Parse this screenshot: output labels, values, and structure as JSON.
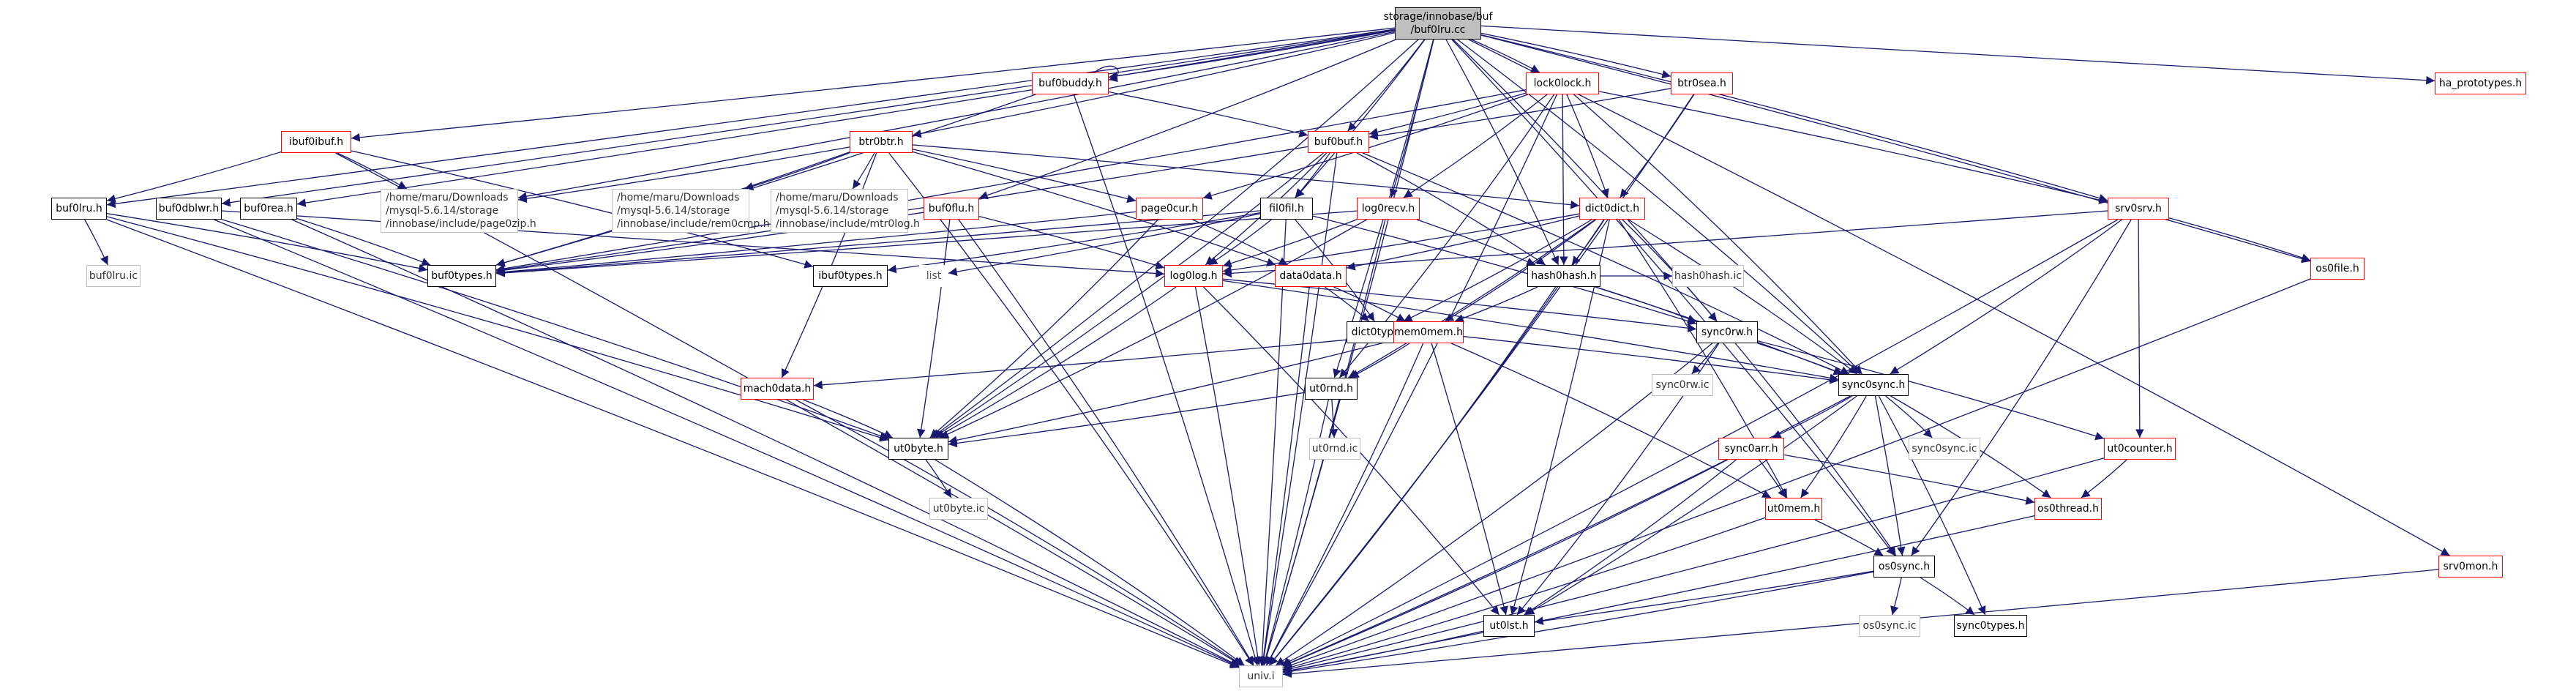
{
  "diagram": {
    "root": "storage/innobase/buf/buf0lru.cc",
    "colors": {
      "edge": "#191970",
      "root_fill": "#bfbfbf",
      "red_border": "#ff0000",
      "black_border": "#000000",
      "gray_border": "#bfbfbf"
    },
    "nodes": {
      "root": {
        "lines": [
          "storage/innobase/buf",
          "/buf0lru.cc"
        ],
        "style": "root"
      },
      "buf0buddy_h": {
        "lines": [
          "buf0buddy.h"
        ],
        "style": "red"
      },
      "lock0lock_h": {
        "lines": [
          "lock0lock.h"
        ],
        "style": "red"
      },
      "btr0sea_h": {
        "lines": [
          "btr0sea.h"
        ],
        "style": "red"
      },
      "ha_prototypes_h": {
        "lines": [
          "ha_prototypes.h"
        ],
        "style": "red"
      },
      "ibuf0ibuf_h": {
        "lines": [
          "ibuf0ibuf.h"
        ],
        "style": "red"
      },
      "btr0btr_h": {
        "lines": [
          "btr0btr.h"
        ],
        "style": "red"
      },
      "buf0buf_h": {
        "lines": [
          "buf0buf.h"
        ],
        "style": "red"
      },
      "buf0lru_h": {
        "lines": [
          "buf0lru.h"
        ],
        "style": "black"
      },
      "buf0dblwr_h": {
        "lines": [
          "buf0dblwr.h"
        ],
        "style": "black"
      },
      "buf0rea_h": {
        "lines": [
          "buf0rea.h"
        ],
        "style": "black"
      },
      "path_page0zip": {
        "lines": [
          "/home/maru/Downloads",
          "/mysql-5.6.14/storage",
          "/innobase/include/page0zip.h"
        ],
        "style": "gray"
      },
      "path_rem0cmp": {
        "lines": [
          "/home/maru/Downloads",
          "/mysql-5.6.14/storage",
          "/innobase/include/rem0cmp.h"
        ],
        "style": "gray"
      },
      "path_mtr0log": {
        "lines": [
          "/home/maru/Downloads",
          "/mysql-5.6.14/storage",
          "/innobase/include/mtr0log.h"
        ],
        "style": "gray"
      },
      "buf0flu_h": {
        "lines": [
          "buf0flu.h"
        ],
        "style": "red"
      },
      "page0cur_h": {
        "lines": [
          "page0cur.h"
        ],
        "style": "red"
      },
      "fil0fil_h": {
        "lines": [
          "fil0fil.h"
        ],
        "style": "black"
      },
      "log0recv_h": {
        "lines": [
          "log0recv.h"
        ],
        "style": "red"
      },
      "dict0dict_h": {
        "lines": [
          "dict0dict.h"
        ],
        "style": "red"
      },
      "srv0srv_h": {
        "lines": [
          "srv0srv.h"
        ],
        "style": "red"
      },
      "os0file_h": {
        "lines": [
          "os0file.h"
        ],
        "style": "red"
      },
      "buf0types_h": {
        "lines": [
          "buf0types.h"
        ],
        "style": "black"
      },
      "ibuf0types_h": {
        "lines": [
          "ibuf0types.h"
        ],
        "style": "black"
      },
      "list": {
        "lines": [
          "list"
        ],
        "style": "plain"
      },
      "log0log_h": {
        "lines": [
          "log0log.h"
        ],
        "style": "red"
      },
      "data0data_h": {
        "lines": [
          "data0data.h"
        ],
        "style": "red"
      },
      "hash0hash_h": {
        "lines": [
          "hash0hash.h"
        ],
        "style": "black"
      },
      "hash0hash_ic": {
        "lines": [
          "hash0hash.ic"
        ],
        "style": "gray"
      },
      "buf0lru_ic": {
        "lines": [
          "buf0lru.ic"
        ],
        "style": "gray"
      },
      "dict0types_h": {
        "lines": [
          "dict0types.h"
        ],
        "style": "black"
      },
      "mem0mem_h": {
        "lines": [
          "mem0mem.h"
        ],
        "style": "red"
      },
      "sync0rw_h": {
        "lines": [
          "sync0rw.h"
        ],
        "style": "black"
      },
      "sync0rw_ic": {
        "lines": [
          "sync0rw.ic"
        ],
        "style": "gray"
      },
      "sync0sync_h": {
        "lines": [
          "sync0sync.h"
        ],
        "style": "black"
      },
      "sync0sync_ic": {
        "lines": [
          "sync0sync.ic"
        ],
        "style": "gray"
      },
      "mach0data_h": {
        "lines": [
          "mach0data.h"
        ],
        "style": "red"
      },
      "ut0rnd_h": {
        "lines": [
          "ut0rnd.h"
        ],
        "style": "black"
      },
      "ut0rnd_ic": {
        "lines": [
          "ut0rnd.ic"
        ],
        "style": "gray"
      },
      "ut0counter_h": {
        "lines": [
          "ut0counter.h"
        ],
        "style": "red"
      },
      "ut0byte_h": {
        "lines": [
          "ut0byte.h"
        ],
        "style": "black"
      },
      "ut0byte_ic": {
        "lines": [
          "ut0byte.ic"
        ],
        "style": "gray"
      },
      "sync0arr_h": {
        "lines": [
          "sync0arr.h"
        ],
        "style": "red"
      },
      "ut0mem_h": {
        "lines": [
          "ut0mem.h"
        ],
        "style": "red"
      },
      "os0thread_h": {
        "lines": [
          "os0thread.h"
        ],
        "style": "red"
      },
      "os0sync_h": {
        "lines": [
          "os0sync.h"
        ],
        "style": "black"
      },
      "os0sync_ic": {
        "lines": [
          "os0sync.ic"
        ],
        "style": "gray"
      },
      "sync0types_h": {
        "lines": [
          "sync0types.h"
        ],
        "style": "black"
      },
      "ut0lst_h": {
        "lines": [
          "ut0lst.h"
        ],
        "style": "black"
      },
      "srv0mon_h": {
        "lines": [
          "srv0mon.h"
        ],
        "style": "red"
      },
      "univ_i": {
        "lines": [
          "univ.i"
        ],
        "style": "gray"
      }
    },
    "edges": [
      [
        "root",
        "buf0buddy_h"
      ],
      [
        "root",
        "lock0lock_h"
      ],
      [
        "root",
        "btr0sea_h"
      ],
      [
        "root",
        "ha_prototypes_h"
      ],
      [
        "root",
        "ibuf0ibuf_h"
      ],
      [
        "root",
        "btr0btr_h"
      ],
      [
        "root",
        "buf0buf_h"
      ],
      [
        "root",
        "buf0lru_h"
      ],
      [
        "root",
        "buf0dblwr_h"
      ],
      [
        "root",
        "buf0rea_h"
      ],
      [
        "root",
        "path_page0zip"
      ],
      [
        "root",
        "buf0flu_h"
      ],
      [
        "root",
        "fil0fil_h"
      ],
      [
        "root",
        "log0recv_h"
      ],
      [
        "root",
        "srv0srv_h"
      ],
      [
        "root",
        "os0file_h"
      ],
      [
        "root",
        "hash0hash_h"
      ],
      [
        "root",
        "sync0rw_h"
      ],
      [
        "root",
        "sync0sync_h"
      ],
      [
        "root",
        "os0sync_h"
      ],
      [
        "root",
        "srv0mon_h"
      ],
      [
        "root",
        "ut0byte_h"
      ],
      [
        "root",
        "ut0rnd_h"
      ],
      [
        "root",
        "univ_i"
      ],
      [
        "buf0buddy_h",
        "buf0buddy_h"
      ],
      [
        "buf0buddy_h",
        "univ_i"
      ],
      [
        "buf0buddy_h",
        "buf0buf_h"
      ],
      [
        "buf0buddy_h",
        "buf0types_h"
      ],
      [
        "lock0lock_h",
        "buf0buf_h"
      ],
      [
        "lock0lock_h",
        "dict0dict_h"
      ],
      [
        "lock0lock_h",
        "srv0srv_h"
      ],
      [
        "lock0lock_h",
        "hash0hash_h"
      ],
      [
        "lock0lock_h",
        "page0cur_h"
      ],
      [
        "lock0lock_h",
        "log0recv_h"
      ],
      [
        "lock0lock_h",
        "univ_i"
      ],
      [
        "lock0lock_h",
        "ut0rnd_h"
      ],
      [
        "lock0lock_h",
        "buf0types_h"
      ],
      [
        "lock0lock_h",
        "sync0sync_h"
      ],
      [
        "btr0sea_h",
        "buf0buf_h"
      ],
      [
        "btr0sea_h",
        "dict0dict_h"
      ],
      [
        "btr0sea_h",
        "univ_i"
      ],
      [
        "ibuf0ibuf_h",
        "buf0lru_h"
      ],
      [
        "ibuf0ibuf_h",
        "path_page0zip"
      ],
      [
        "ibuf0ibuf_h",
        "ibuf0types_h"
      ],
      [
        "ibuf0ibuf_h",
        "univ_i"
      ],
      [
        "btr0btr_h",
        "path_page0zip"
      ],
      [
        "btr0btr_h",
        "path_rem0cmp"
      ],
      [
        "btr0btr_h",
        "path_mtr0log"
      ],
      [
        "btr0btr_h",
        "page0cur_h"
      ],
      [
        "btr0btr_h",
        "dict0dict_h"
      ],
      [
        "btr0btr_h",
        "buf0types_h"
      ],
      [
        "btr0btr_h",
        "mach0data_h"
      ],
      [
        "btr0btr_h",
        "univ_i"
      ],
      [
        "btr0btr_h",
        "data0data_h"
      ],
      [
        "buf0buf_h",
        "fil0fil_h"
      ],
      [
        "buf0buf_h",
        "hash0hash_h"
      ],
      [
        "buf0buf_h",
        "log0log_h"
      ],
      [
        "buf0buf_h",
        "buf0types_h"
      ],
      [
        "buf0buf_h",
        "ut0byte_h"
      ],
      [
        "buf0buf_h",
        "sync0sync_h"
      ],
      [
        "buf0buf_h",
        "univ_i"
      ],
      [
        "buf0lru_h",
        "buf0lru_ic"
      ],
      [
        "buf0lru_h",
        "buf0types_h"
      ],
      [
        "buf0lru_h",
        "ut0byte_h"
      ],
      [
        "buf0lru_h",
        "univ_i"
      ],
      [
        "buf0dblwr_h",
        "log0log_h"
      ],
      [
        "buf0dblwr_h",
        "ut0byte_h"
      ],
      [
        "buf0dblwr_h",
        "univ_i"
      ],
      [
        "buf0rea_h",
        "buf0types_h"
      ],
      [
        "buf0rea_h",
        "univ_i"
      ],
      [
        "buf0flu_h",
        "log0log_h"
      ],
      [
        "buf0flu_h",
        "buf0types_h"
      ],
      [
        "buf0flu_h",
        "ut0byte_h"
      ],
      [
        "buf0flu_h",
        "univ_i"
      ],
      [
        "page0cur_h",
        "buf0types_h"
      ],
      [
        "page0cur_h",
        "data0data_h"
      ],
      [
        "page0cur_h",
        "ut0byte_h"
      ],
      [
        "fil0fil_h",
        "buf0types_h"
      ],
      [
        "fil0fil_h",
        "ibuf0types_h"
      ],
      [
        "fil0fil_h",
        "list"
      ],
      [
        "fil0fil_h",
        "log0log_h"
      ],
      [
        "fil0fil_h",
        "dict0types_h"
      ],
      [
        "fil0fil_h",
        "sync0rw_h"
      ],
      [
        "fil0fil_h",
        "univ_i"
      ],
      [
        "log0recv_h",
        "buf0types_h"
      ],
      [
        "log0recv_h",
        "log0log_h"
      ],
      [
        "log0recv_h",
        "hash0hash_h"
      ],
      [
        "log0recv_h",
        "ut0byte_h"
      ],
      [
        "log0recv_h",
        "univ_i"
      ],
      [
        "dict0dict_h",
        "hash0hash_h"
      ],
      [
        "dict0dict_h",
        "mem0mem_h"
      ],
      [
        "dict0dict_h",
        "sync0rw_h"
      ],
      [
        "dict0dict_h",
        "sync0sync_h"
      ],
      [
        "dict0dict_h",
        "data0data_h"
      ],
      [
        "dict0dict_h",
        "dict0types_h"
      ],
      [
        "dict0dict_h",
        "log0log_h"
      ],
      [
        "dict0dict_h",
        "ut0rnd_h"
      ],
      [
        "dict0dict_h",
        "ut0mem_h"
      ],
      [
        "dict0dict_h",
        "ut0lst_h"
      ],
      [
        "dict0dict_h",
        "univ_i"
      ],
      [
        "srv0srv_h",
        "log0log_h"
      ],
      [
        "srv0srv_h",
        "os0file_h"
      ],
      [
        "srv0srv_h",
        "sync0sync_h"
      ],
      [
        "srv0srv_h",
        "ut0counter_h"
      ],
      [
        "srv0srv_h",
        "os0sync_h"
      ],
      [
        "srv0srv_h",
        "univ_i"
      ],
      [
        "os0file_h",
        "univ_i"
      ],
      [
        "log0log_h",
        "ut0byte_h"
      ],
      [
        "log0log_h",
        "sync0sync_h"
      ],
      [
        "log0log_h",
        "sync0rw_h"
      ],
      [
        "log0log_h",
        "ut0lst_h"
      ],
      [
        "log0log_h",
        "univ_i"
      ],
      [
        "data0data_h",
        "dict0types_h"
      ],
      [
        "data0data_h",
        "mem0mem_h"
      ],
      [
        "data0data_h",
        "univ_i"
      ],
      [
        "hash0hash_h",
        "hash0hash_ic"
      ],
      [
        "hash0hash_h",
        "mem0mem_h"
      ],
      [
        "hash0hash_h",
        "sync0rw_h"
      ],
      [
        "hash0hash_h",
        "sync0sync_h"
      ],
      [
        "hash0hash_h",
        "univ_i"
      ],
      [
        "mem0mem_h",
        "mach0data_h"
      ],
      [
        "mem0mem_h",
        "ut0rnd_h"
      ],
      [
        "mem0mem_h",
        "ut0byte_h"
      ],
      [
        "mem0mem_h",
        "sync0sync_h"
      ],
      [
        "mem0mem_h",
        "ut0mem_h"
      ],
      [
        "mem0mem_h",
        "ut0lst_h"
      ],
      [
        "mem0mem_h",
        "univ_i"
      ],
      [
        "sync0rw_h",
        "sync0rw_ic"
      ],
      [
        "sync0rw_h",
        "sync0sync_h"
      ],
      [
        "sync0rw_h",
        "ut0counter_h"
      ],
      [
        "sync0rw_h",
        "os0sync_h"
      ],
      [
        "sync0rw_h",
        "ut0lst_h"
      ],
      [
        "sync0rw_h",
        "univ_i"
      ],
      [
        "sync0sync_h",
        "sync0sync_ic"
      ],
      [
        "sync0sync_h",
        "sync0arr_h"
      ],
      [
        "sync0sync_h",
        "ut0mem_h"
      ],
      [
        "sync0sync_h",
        "os0thread_h"
      ],
      [
        "sync0sync_h",
        "os0sync_h"
      ],
      [
        "sync0sync_h",
        "sync0types_h"
      ],
      [
        "sync0sync_h",
        "ut0lst_h"
      ],
      [
        "sync0sync_h",
        "univ_i"
      ],
      [
        "mach0data_h",
        "ut0byte_h"
      ],
      [
        "mach0data_h",
        "univ_i"
      ],
      [
        "ut0rnd_h",
        "ut0rnd_ic"
      ],
      [
        "ut0rnd_h",
        "ut0byte_h"
      ],
      [
        "ut0rnd_h",
        "univ_i"
      ],
      [
        "ut0counter_h",
        "os0thread_h"
      ],
      [
        "ut0counter_h",
        "univ_i"
      ],
      [
        "ut0byte_h",
        "ut0byte_ic"
      ],
      [
        "ut0byte_h",
        "univ_i"
      ],
      [
        "sync0arr_h",
        "ut0mem_h"
      ],
      [
        "sync0arr_h",
        "os0thread_h"
      ],
      [
        "sync0arr_h",
        "ut0lst_h"
      ],
      [
        "sync0arr_h",
        "univ_i"
      ],
      [
        "ut0mem_h",
        "os0sync_h"
      ],
      [
        "ut0mem_h",
        "univ_i"
      ],
      [
        "os0thread_h",
        "univ_i"
      ],
      [
        "os0sync_h",
        "os0sync_ic"
      ],
      [
        "os0sync_h",
        "sync0types_h"
      ],
      [
        "os0sync_h",
        "ut0lst_h"
      ],
      [
        "os0sync_h",
        "univ_i"
      ],
      [
        "ut0lst_h",
        "univ_i"
      ],
      [
        "srv0mon_h",
        "univ_i"
      ]
    ]
  }
}
